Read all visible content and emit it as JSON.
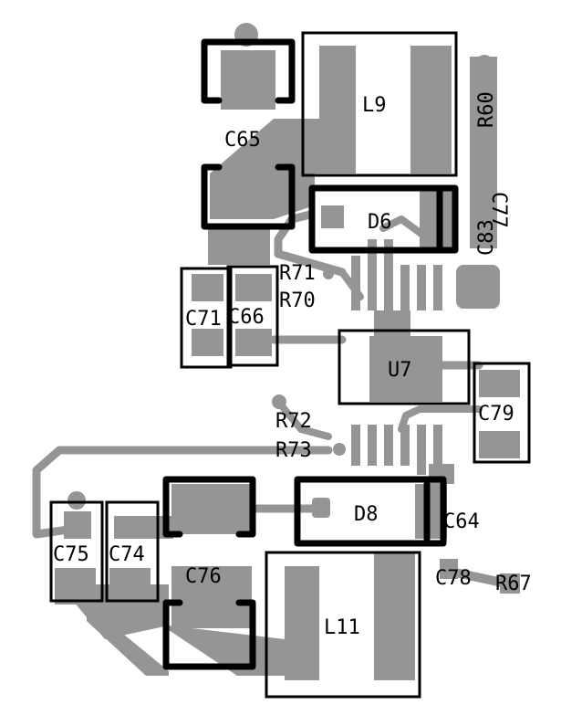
{
  "labels": {
    "l9": "L9",
    "c65": "C65",
    "r60": "R60",
    "c77": "C77",
    "d6": "D6",
    "c83": "C83",
    "r71": "R71",
    "r70": "R70",
    "c71": "C71",
    "c66": "C66",
    "u7": "U7",
    "c79": "C79",
    "r72": "R72",
    "r73": "R73",
    "d8": "D8",
    "c64": "C64",
    "c75": "C75",
    "c74": "C74",
    "c76": "C76",
    "c78": "C78",
    "r67": "R67",
    "l11": "L11"
  },
  "colors": {
    "copper": "#959595",
    "silkscreen": "#000000",
    "background": "#ffffff"
  }
}
